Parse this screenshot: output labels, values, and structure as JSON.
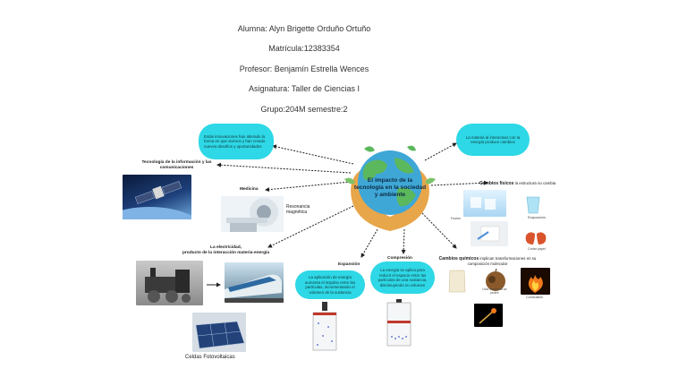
{
  "header": {
    "student": "Alumna: Alyn Brigette Orduño Ortuño",
    "matricula": "Matrícula:12383354",
    "profesor": "Profesor: Benjamín Estrella Wences",
    "asignatura": "Asignatura: Taller de Ciencias I",
    "grupo": "Grupo:204M semestre:2"
  },
  "center": {
    "title": "El impacto de la tecnología en la sociedad y ambiente"
  },
  "bubbles": {
    "innovaciones": "Estás innovaciones han alterado la forma en que vivimos y han creado nuevos desafíos y oportunidades",
    "materia": "La materia al interactuar con la energía produce cambios",
    "expansion": "La aplicación de energía aumenta el impulso entre las partículas, incrementando el volumen de la sustancia",
    "compresion": "La energía se aplica para reducir el espacio entre las partículas de una sustancia, disminuyendo su volumen"
  },
  "labels": {
    "tic": "Tecnología de la información y las comunicaciones",
    "medicina": "Medicina",
    "resonancia": "Resonancia magnética",
    "electricidad_1": "La electricidad,",
    "electricidad_2": "producto de la interacción materia-energía",
    "celdas": "Celdas Fotovoltaicas",
    "expansion": "Expansión",
    "compresion": "Compresión",
    "fisicos_title": "Cambios físicos",
    "fisicos_text": "la estructura no cambia",
    "quimicos_title": "Cambios químicos",
    "quimicos_text": "implican transformaciones en su composición molecular"
  },
  "captions": {
    "fusion": "Fusión",
    "evaporacion": "Evaporación",
    "cortar_papel": "Cortar papel",
    "manzana": "Una manzana se pudre",
    "combustion": "Combustión"
  },
  "colors": {
    "bubble": "#2ed8e6",
    "globe_water": "#3fa7d6",
    "globe_land": "#5cb85c",
    "hands": "#e8a64a"
  }
}
